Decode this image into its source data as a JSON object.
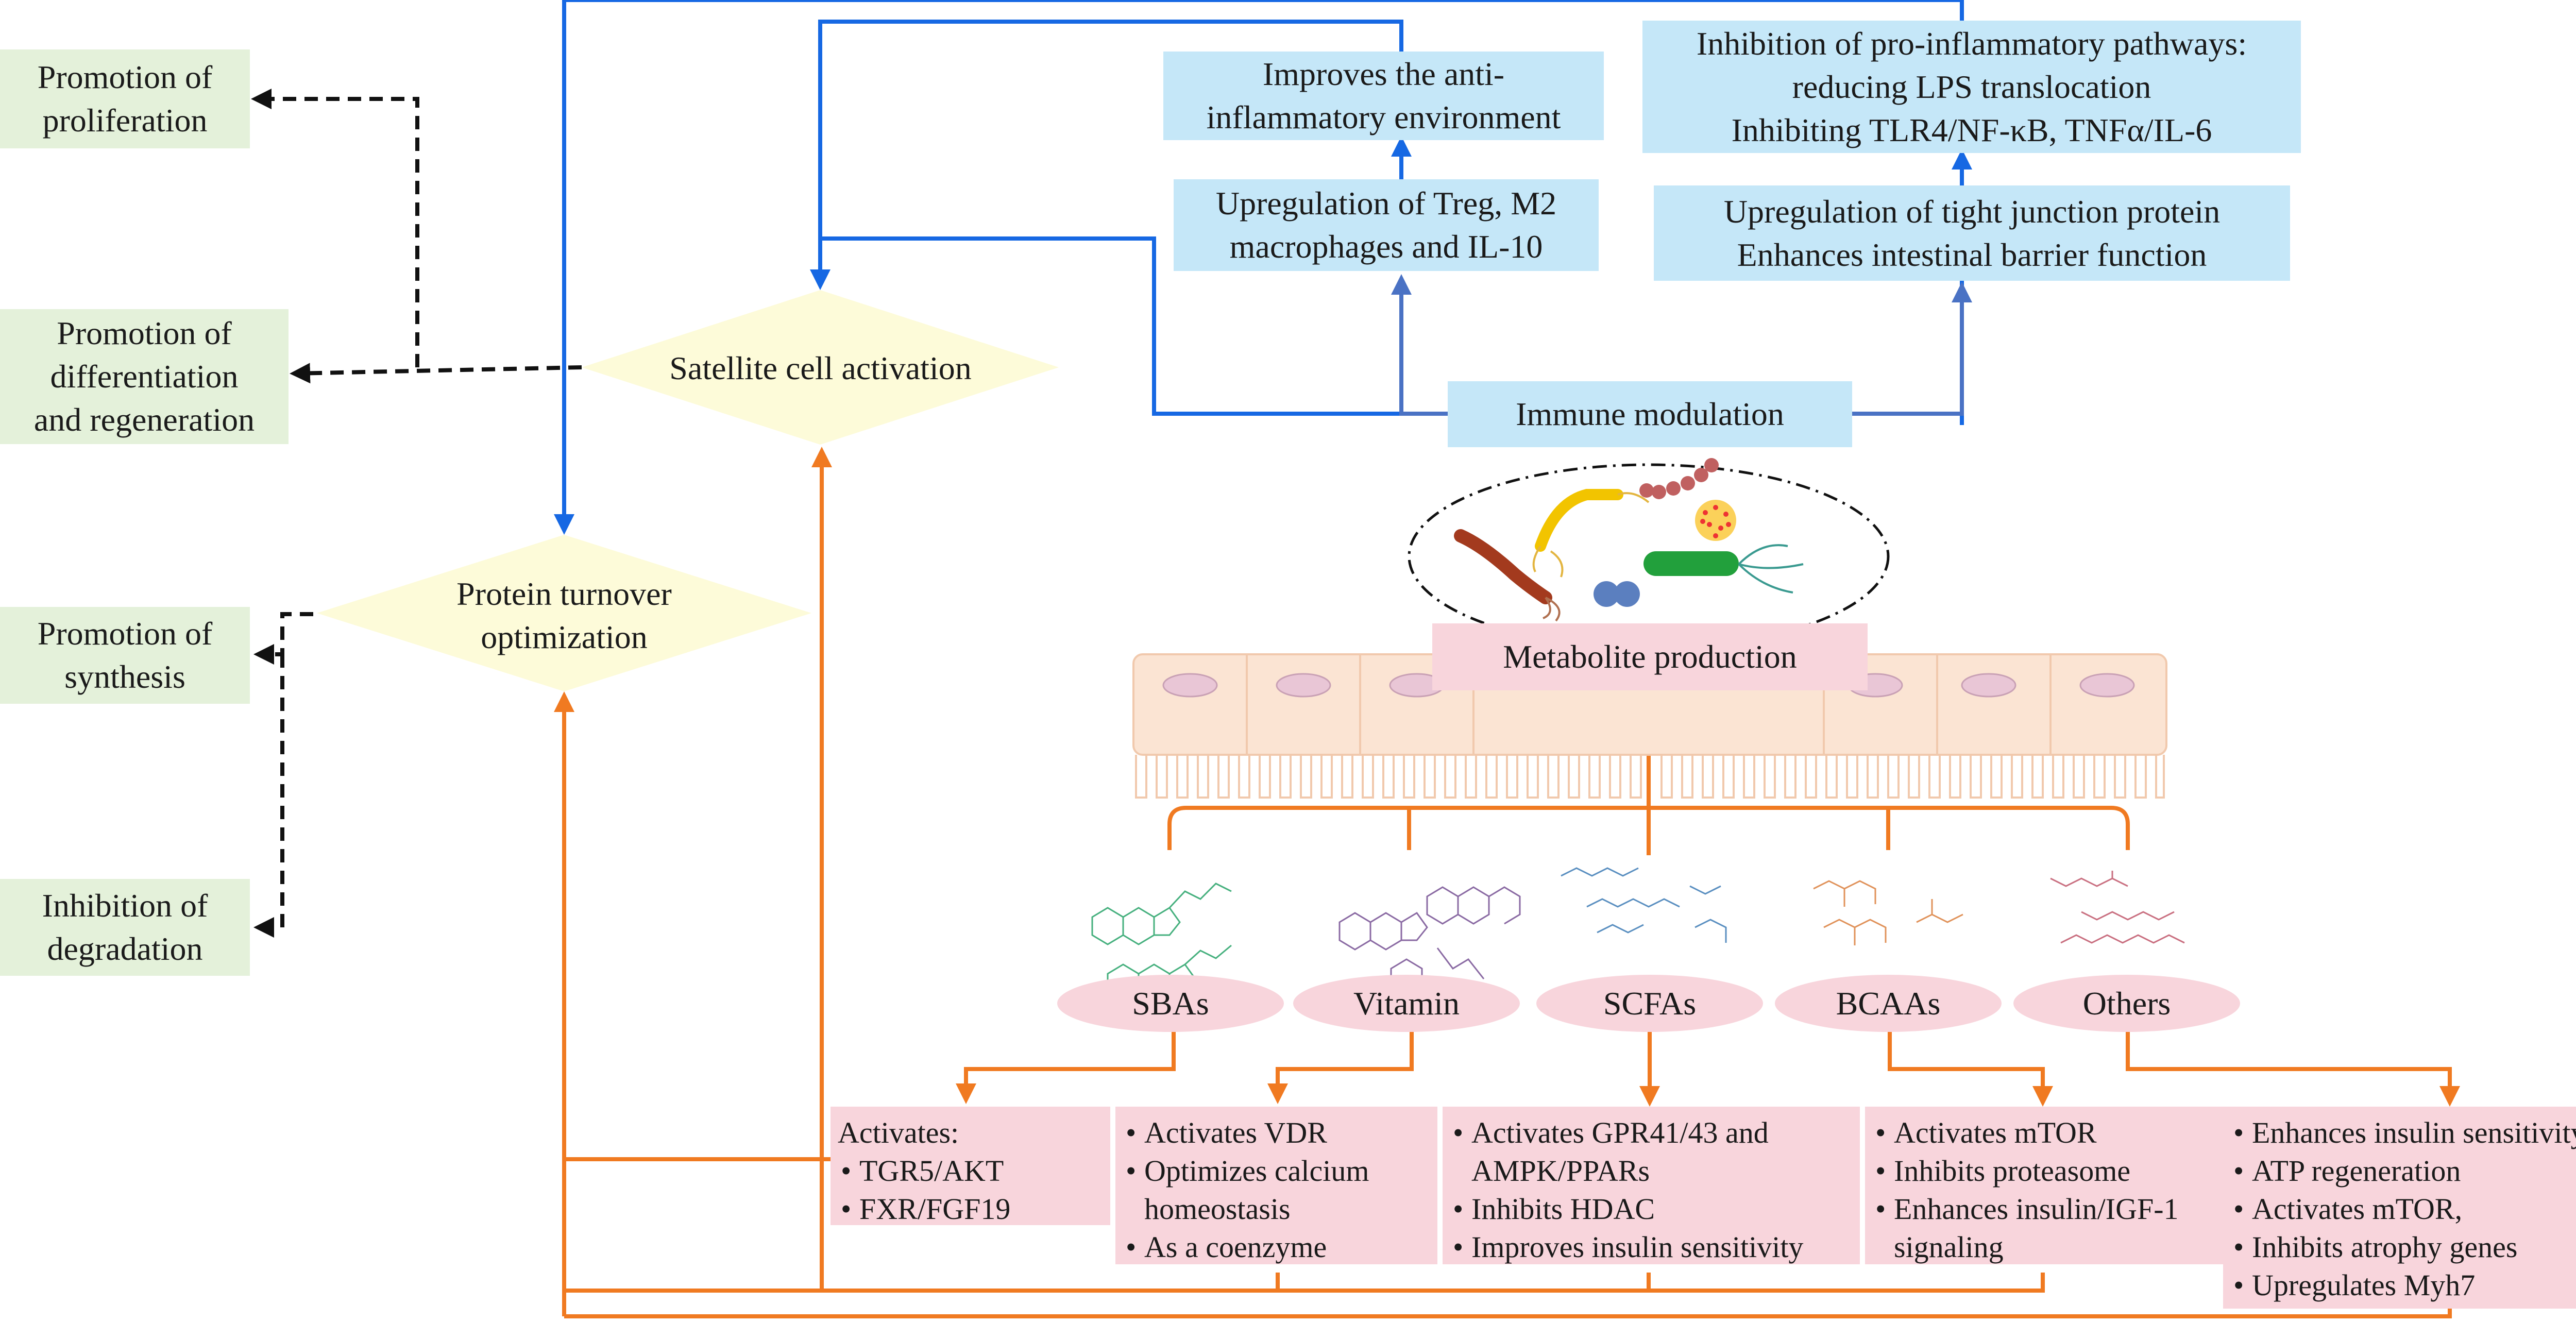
{
  "colors": {
    "blue_arrow": "#1668e3",
    "blue_arrow_dark": "#4a72c4",
    "orange_arrow": "#f07a21",
    "black_arrow": "#111111",
    "green_box": "#e4f1da",
    "blue_box": "#c5e7f8",
    "pink_box": "#f8d5dc",
    "diamond_fill": "#fdfbd9",
    "cell_fill": "#fbe4d3"
  },
  "outcomes": {
    "proliferation": [
      "Promotion of",
      "proliferation"
    ],
    "differentiation": [
      "Promotion of",
      "differentiation",
      "and regeneration"
    ],
    "synthesis": [
      "Promotion of",
      "synthesis"
    ],
    "degradation": [
      "Inhibition of",
      "degradation"
    ]
  },
  "hubs": {
    "satellite": "Satellite cell activation",
    "protein": [
      "Protein turnover",
      "optimization"
    ]
  },
  "immune": {
    "label": "Immune modulation",
    "anti_inflammatory": [
      "Improves the anti-",
      "inflammatory environment"
    ],
    "treg": [
      "Upregulation of Treg, M2",
      "macrophages and IL-10"
    ],
    "pro_inflammatory": [
      "Inhibition of pro-inflammatory pathways:",
      "reducing LPS translocation",
      "Inhibiting TLR4/NF-κB, TNFα/IL-6"
    ],
    "tight_junction": [
      "Upregulation of tight junction protein",
      "Enhances intestinal barrier function"
    ]
  },
  "metabolite_label": "Metabolite production",
  "icons": [
    "bacteria-icon",
    "intestinal-cells-icon",
    "molecule-structure-icon"
  ],
  "metabolites": [
    {
      "label": "SBAs",
      "head": "Activates:",
      "items": [
        "TGR5/AKT",
        "FXR/FGF19"
      ]
    },
    {
      "label": "Vitamin",
      "items": [
        "Activates VDR",
        "Optimizes calcium homeostasis",
        "As a coenzyme"
      ]
    },
    {
      "label": "SCFAs",
      "items": [
        "Activates GPR41/43 and AMPK/PPARs",
        "Inhibits HDAC",
        "Improves insulin sensitivity"
      ]
    },
    {
      "label": "BCAAs",
      "items": [
        "Activates mTOR",
        "Inhibits proteasome",
        "Enhances insulin/IGF-1 signaling"
      ]
    },
    {
      "label": "Others",
      "items": [
        "Enhances insulin sensitivity",
        "ATP regeneration",
        "Activates mTOR,",
        "Inhibits atrophy genes",
        "Upregulates Myh7"
      ]
    }
  ]
}
